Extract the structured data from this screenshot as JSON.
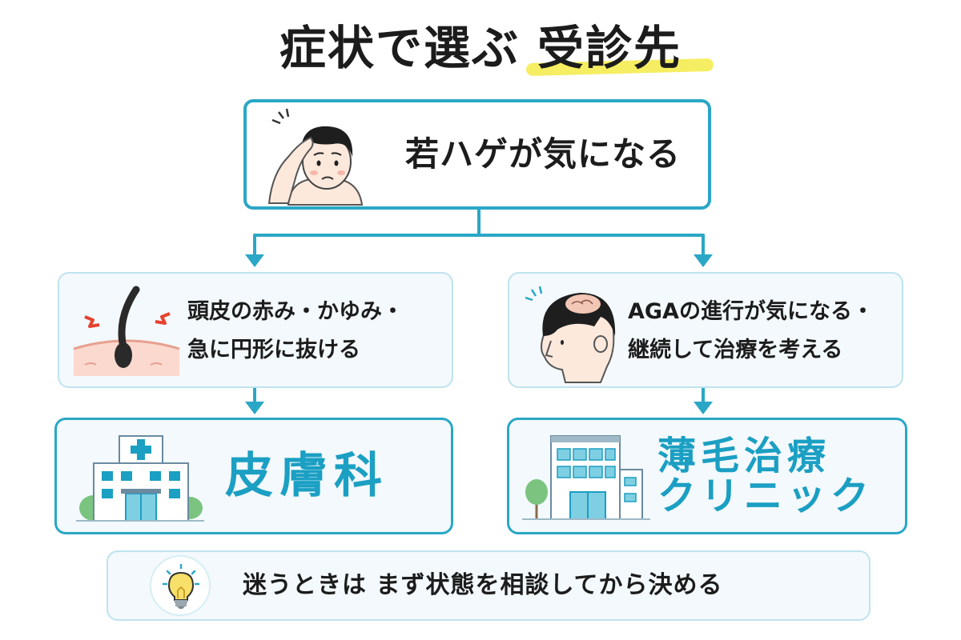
{
  "title": {
    "part1": "症状で選ぶ",
    "part2": "受診先"
  },
  "top_node": {
    "label": "若ハゲが気になる"
  },
  "symptoms": {
    "left": {
      "line1": "頭皮の赤み・かゆみ・",
      "line2": "急に円形に抜ける"
    },
    "right": {
      "line1": "AGAの進行が気になる・",
      "line2": "継続して治療を考える"
    }
  },
  "destinations": {
    "left": {
      "label": "皮膚科"
    },
    "right": {
      "line1": "薄毛治療",
      "line2": "クリニック"
    }
  },
  "tip": {
    "text": "迷うときは まず状態を相談してから決める"
  },
  "colors": {
    "accent": "#2aa7c6",
    "highlight": "#f6ee62",
    "label_blue": "#1b9fc3",
    "light_bg": "#f3f9fc"
  },
  "icons": [
    "worried-man-icon",
    "itchy-scalp-icon",
    "thinning-crown-icon",
    "hospital-icon",
    "clinic-building-icon",
    "lightbulb-icon"
  ]
}
